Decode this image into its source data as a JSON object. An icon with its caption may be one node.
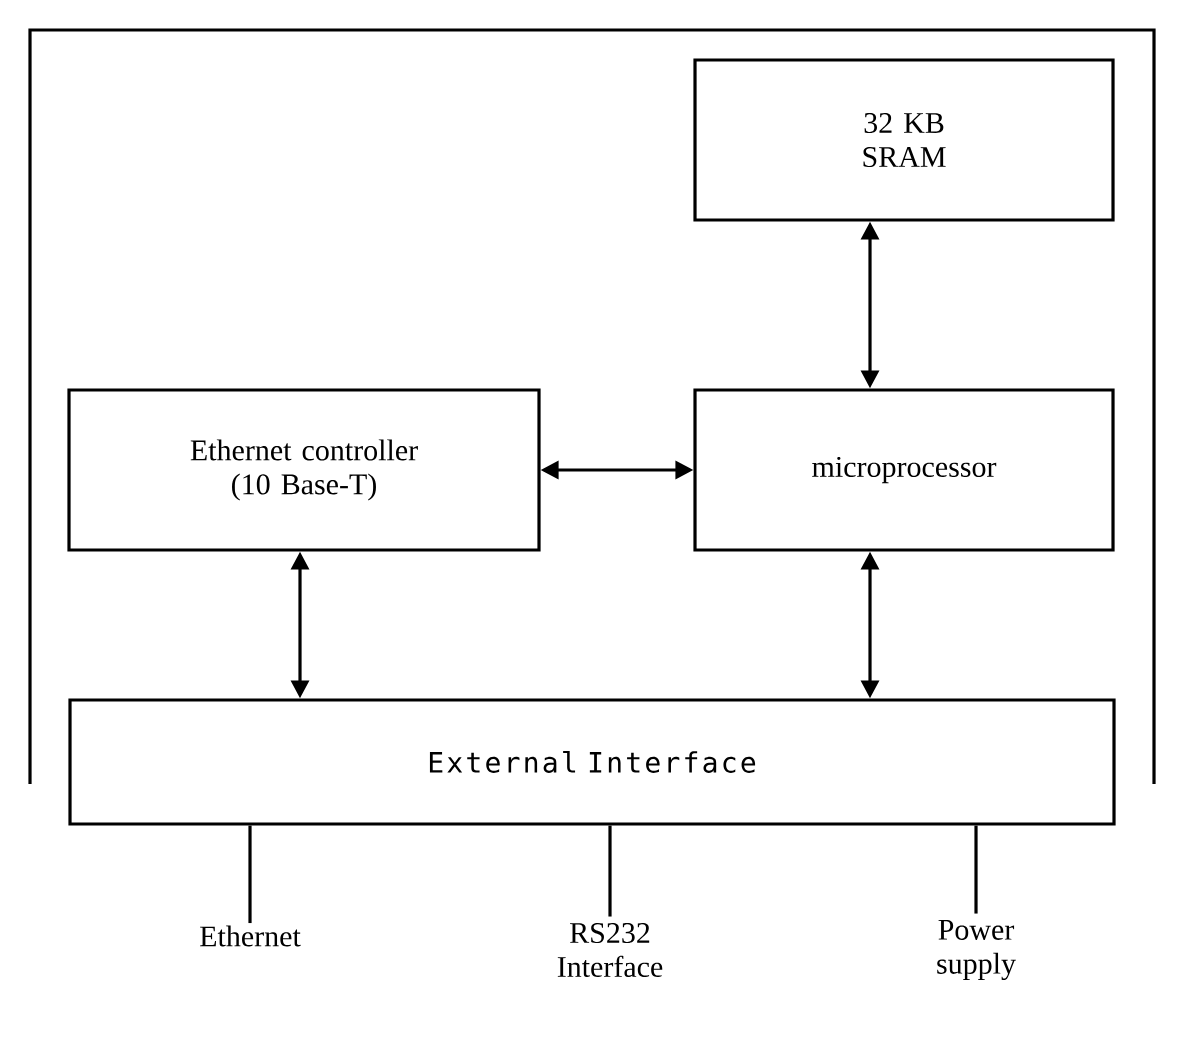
{
  "diagram": {
    "nodes": [
      {
        "text": [
          "32 KB SRAM"
        ]
      },
      {
        "text": [
          "Ethernet controller (10 Base-T)"
        ]
      },
      {
        "text": [
          "microprocessor"
        ]
      },
      {
        "text": [
          "External Interface"
        ]
      },
      {
        "text": [
          "Ethernet"
        ]
      },
      {
        "text": [
          "RS232 Interface"
        ]
      },
      {
        "text": [
          "Power supply"
        ]
      }
    ],
    "edges": [
      {
        "from": 0,
        "to": 2,
        "arrow": "both"
      },
      {
        "from": 1,
        "to": 2,
        "arrow": "both"
      },
      {
        "from": 1,
        "to": 3,
        "arrow": "both"
      },
      {
        "from": 2,
        "to": 3,
        "arrow": "both"
      },
      {
        "from": 3,
        "to": 4,
        "arrow": "none"
      },
      {
        "from": 3,
        "to": 5,
        "arrow": "none"
      },
      {
        "from": 3,
        "to": 6,
        "arrow": "none"
      }
    ]
  }
}
